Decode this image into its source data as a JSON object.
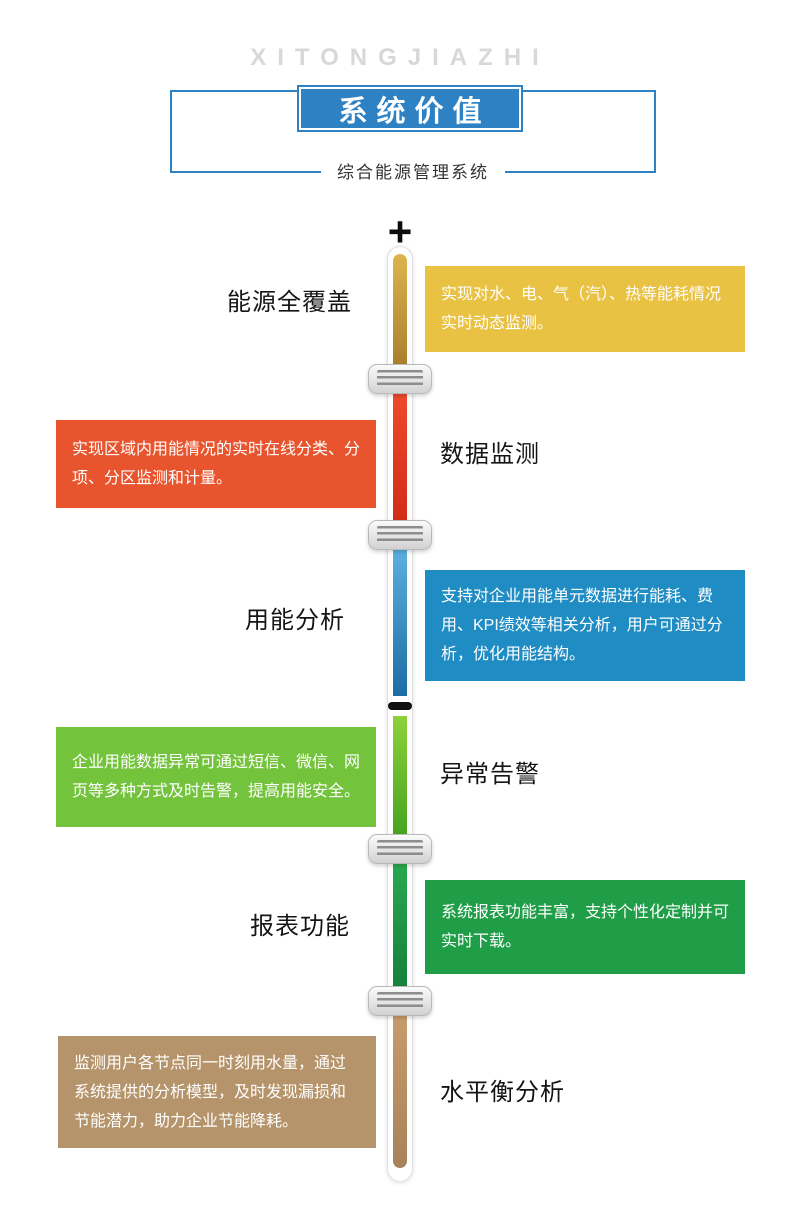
{
  "header": {
    "watermark": "XITONGJIAZHI",
    "title": "系统价值",
    "subtitle": "综合能源管理系统",
    "accent_color": "#2e82c4"
  },
  "timeline": {
    "icons": {
      "plus": "+",
      "minus": "−"
    },
    "segment_colors": {
      "energy_coverage": "#c29a3c",
      "data_monitoring": "#e03c22",
      "usage_analysis": "#3d93c4",
      "alarm": "#69bb2c",
      "report": "#1f944a",
      "water_balance": "#b89063"
    }
  },
  "sections": [
    {
      "label": "能源全覆盖",
      "text": "实现对水、电、气（汽）、热等能耗情况实时动态监测。",
      "box_color": "#eac243",
      "side": "right"
    },
    {
      "label": "数据监测",
      "text": "实现区域内用能情况的实时在线分类、分项、分区监测和计量。",
      "box_color": "#e8542d",
      "side": "left"
    },
    {
      "label": "用能分析",
      "text": "支持对企业用能单元数据进行能耗、费用、KPI绩效等相关分析，用户可通过分析，优化用能结构。",
      "box_color": "#1f8cc3",
      "side": "right"
    },
    {
      "label": "异常告警",
      "text": "企业用能数据异常可通过短信、微信、网页等多种方式及时告警，提高用能安全。",
      "box_color": "#74c33d",
      "side": "left"
    },
    {
      "label": "报表功能",
      "text": "系统报表功能丰富，支持个性化定制并可实时下载。",
      "box_color": "#1f9e47",
      "side": "right"
    },
    {
      "label": "水平衡分析",
      "text": "监测用户各节点同一时刻用水量，通过系统提供的分析模型，及时发现漏损和节能潜力，助力企业节能降耗。",
      "box_color": "#b6946b",
      "side": "left"
    }
  ]
}
